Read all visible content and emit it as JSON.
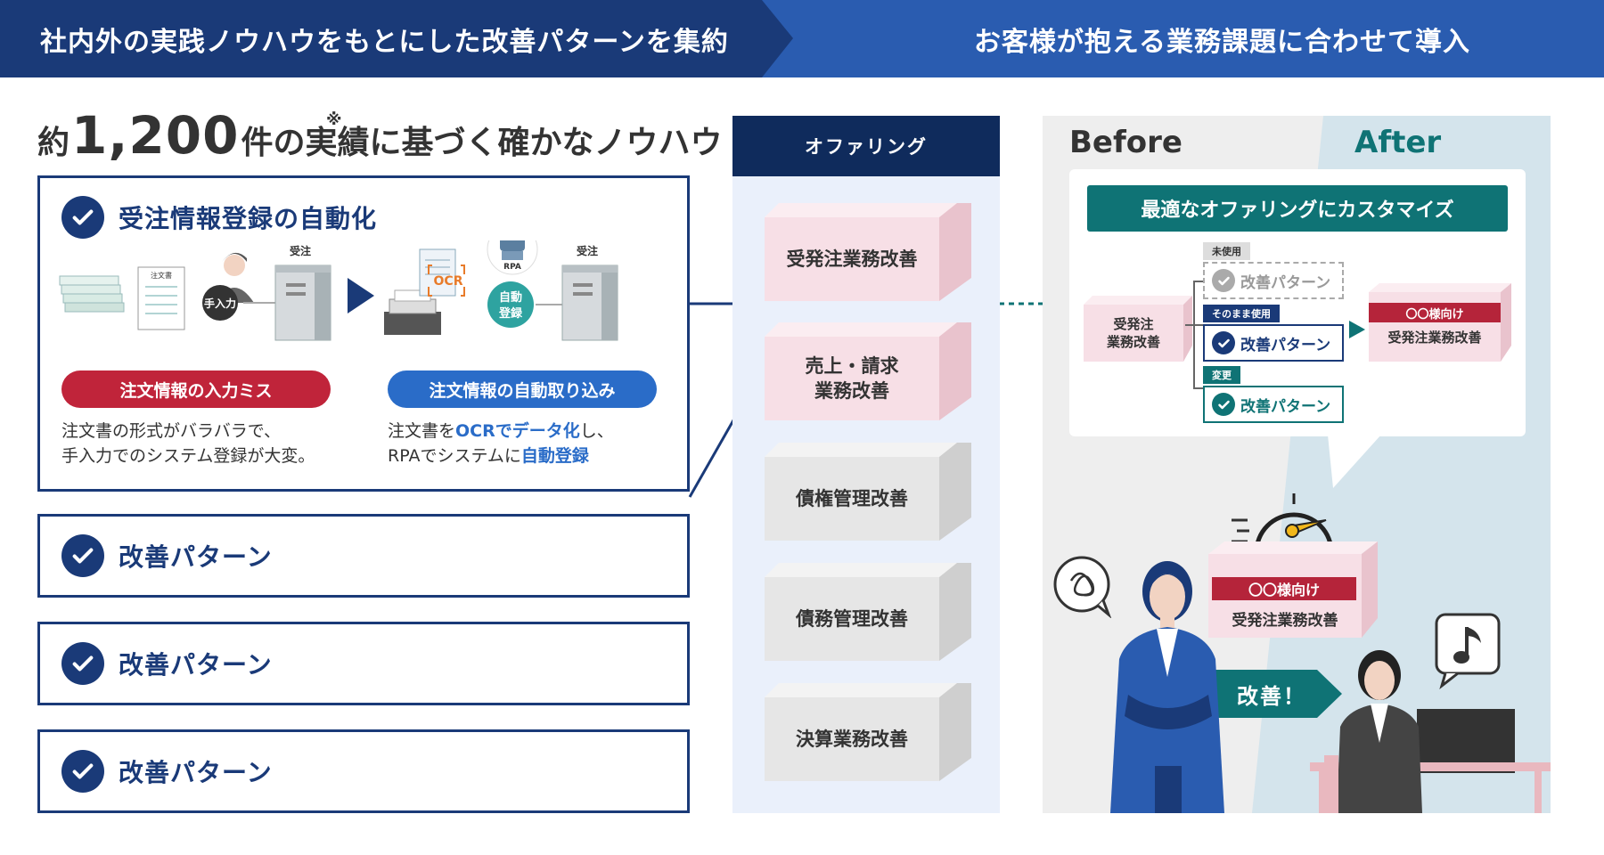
{
  "header": {
    "left": "社内外の実践ノウハウをもとにした改善パターンを集約",
    "right": "お客様が抱える業務課題に合わせて導入"
  },
  "headline": {
    "pre": "約",
    "num": "1,200",
    "mark": "※",
    "post": "件の実績に基づく確かなノウハウ"
  },
  "main_card": {
    "title": "受注情報登録の自動化",
    "illus": {
      "doc_label": "注文書",
      "manual_label": "手入力",
      "server_label_1": "受注",
      "ocr_label": "OCR",
      "rpa_label": "RPA",
      "auto_label_1": "自動",
      "auto_label_2": "登録",
      "server_label_2": "受注"
    },
    "problem_pill": "注文情報の入力ミス",
    "solution_pill": "注文情報の自動取り込み",
    "problem_line1": "注文書の形式がバラバラで、",
    "problem_line2": "手入力でのシステム登録が大変。",
    "sol_a": "注文書を",
    "sol_b": "OCRでデータ化",
    "sol_c": "し、",
    "sol_d": "RPAでシステムに",
    "sol_e": "自動登録"
  },
  "cards": [
    {
      "title": "改善パターン"
    },
    {
      "title": "改善パターン"
    },
    {
      "title": "改善パターン"
    }
  ],
  "offering": {
    "header": "オファリング",
    "blocks": [
      {
        "line1": "受発注業務改善",
        "line2": ""
      },
      {
        "line1": "売上・請求",
        "line2": "業務改善"
      },
      {
        "line1": "債権管理改善",
        "line2": ""
      },
      {
        "line1": "債務管理改善",
        "line2": ""
      },
      {
        "line1": "決算業務改善",
        "line2": ""
      }
    ]
  },
  "before_after": {
    "before_label": "Before",
    "after_label": "After",
    "custom_header": "最適なオファリングにカスタマイズ",
    "src_line1": "受発注",
    "src_line2": "業務改善",
    "unused_label": "未使用",
    "asis_label": "そのまま使用",
    "changed_label": "変更",
    "pattern_label": "改善パターン",
    "result_tag": "〇〇様向け",
    "result_name": "受発注業務改善",
    "kaizen": "改善！"
  },
  "colors": {
    "navy": "#1a3a78",
    "blue": "#2a5cb0",
    "red": "#c0243a",
    "teal": "#0f7375",
    "pink": "#f7dfe6"
  }
}
